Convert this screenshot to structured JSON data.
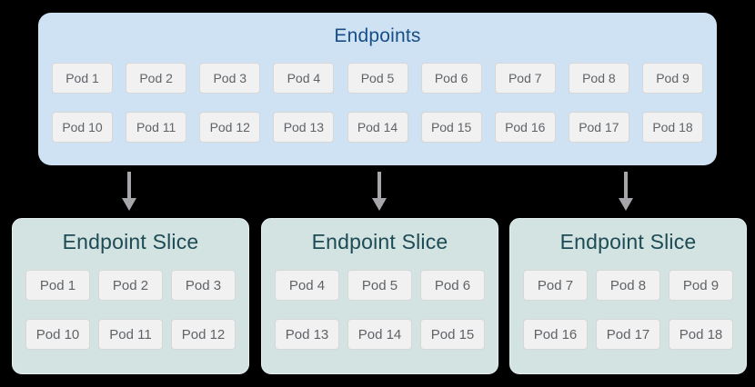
{
  "endpoints": {
    "title": "Endpoints",
    "row1": [
      "Pod 1",
      "Pod 2",
      "Pod 3",
      "Pod 4",
      "Pod 5",
      "Pod 6",
      "Pod 7",
      "Pod 8",
      "Pod 9"
    ],
    "row2": [
      "Pod 10",
      "Pod 11",
      "Pod 12",
      "Pod 13",
      "Pod 14",
      "Pod 15",
      "Pod 16",
      "Pod 17",
      "Pod 18"
    ]
  },
  "slices": [
    {
      "title": "Endpoint Slice",
      "row1": [
        "Pod 1",
        "Pod 2",
        "Pod 3"
      ],
      "row2": [
        "Pod 10",
        "Pod 11",
        "Pod 12"
      ]
    },
    {
      "title": "Endpoint Slice",
      "row1": [
        "Pod 4",
        "Pod 5",
        "Pod 6"
      ],
      "row2": [
        "Pod 13",
        "Pod 14",
        "Pod 15"
      ]
    },
    {
      "title": "Endpoint Slice",
      "row1": [
        "Pod 7",
        "Pod 8",
        "Pod 9"
      ],
      "row2": [
        "Pod 16",
        "Pod 17",
        "Pod 18"
      ]
    }
  ],
  "icons": {
    "arrow": "arrow-down-icon"
  },
  "colors": {
    "background": "#000000",
    "endpoints_fill": "#cfe2f3",
    "endpoints_title": "#174e86",
    "slice_fill": "#d3e3e1",
    "slice_title": "#1d4b55",
    "pod_fill": "#f1f1f1",
    "pod_border": "#d7d7d7",
    "pod_text": "#5f6368",
    "arrow": "#a5a7aa"
  }
}
